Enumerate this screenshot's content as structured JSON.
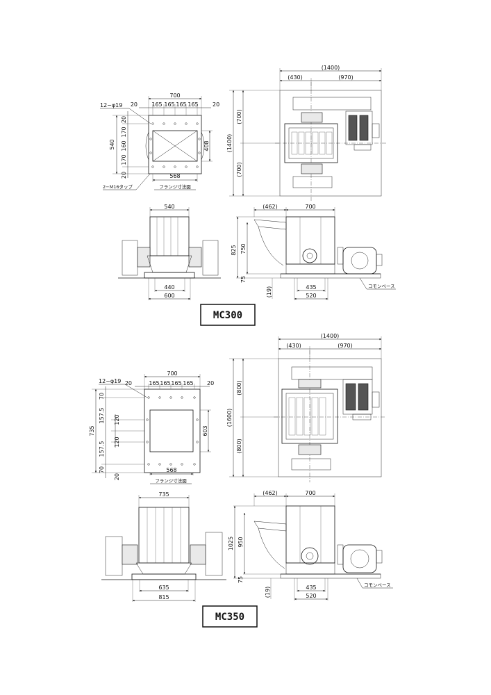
{
  "mc300": {
    "model_label": "MC300",
    "flange": {
      "width": "700",
      "pitch_row": "20 165 165 165 165 20",
      "p20a": "20",
      "p165a": "165",
      "p165b": "165",
      "p165c": "165",
      "p165d": "165",
      "p20b": "20",
      "side_20a": "20",
      "side_170a": "170",
      "side_160": "160",
      "side_170b": "170",
      "side_20b": "20",
      "height": "540",
      "inner_height": "408",
      "bottom": "568",
      "holes_note": "12−φ19",
      "tap_note": "2−M16タップ",
      "caption": "フランジ寸法図"
    },
    "plan": {
      "total_w": "(1400)",
      "left_w": "(430)",
      "right_w": "(970)",
      "total_h": "(1400)",
      "upper_h": "(700)",
      "lower_h": "(700)"
    },
    "front": {
      "top_w": "540",
      "base_inner": "440",
      "base_outer": "600"
    },
    "side": {
      "overhang": "(462)",
      "top_w": "700",
      "height_total": "825",
      "height_body": "750",
      "base_h": "75",
      "base_gap": "(19)",
      "base_inner": "435",
      "base_outer": "520",
      "common_base": "コモンベース"
    }
  },
  "mc350": {
    "model_label": "MC350",
    "flange": {
      "width": "700",
      "p20a": "20",
      "p165a": "165",
      "p165b": "165",
      "p165c": "165",
      "p165d": "165",
      "p20b": "20",
      "side_70a": "70",
      "side_157a": "157.5",
      "side_120a": "120",
      "side_120b": "120",
      "side_157b": "157.5",
      "side_70b": "70",
      "side_20": "20",
      "height": "735",
      "inner_height": "603",
      "bottom": "568",
      "holes_note": "12−φ19",
      "caption": "フランジ寸法図"
    },
    "plan": {
      "total_w": "(1400)",
      "left_w": "(430)",
      "right_w": "(970)",
      "total_h": "(1600)",
      "upper_h": "(800)",
      "lower_h": "(800)"
    },
    "front": {
      "top_w": "735",
      "base_inner": "635",
      "base_outer": "815"
    },
    "side": {
      "overhang": "(462)",
      "top_w": "700",
      "height_total": "1025",
      "height_body": "950",
      "base_h": "75",
      "base_gap": "(19)",
      "base_inner": "435",
      "base_outer": "520",
      "common_base": "コモンベース"
    }
  }
}
